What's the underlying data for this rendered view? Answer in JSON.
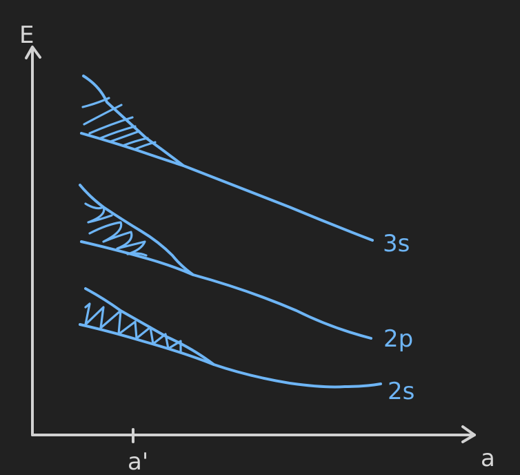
{
  "axes": {
    "y_label": "E",
    "x_label": "a",
    "x_tick_label": "a'"
  },
  "curves": [
    {
      "label": "3s"
    },
    {
      "label": "2p"
    },
    {
      "label": "2s"
    }
  ],
  "colors": {
    "background": "#212121",
    "axis": "#d2d2d2",
    "curve": "#6eb5f5"
  }
}
